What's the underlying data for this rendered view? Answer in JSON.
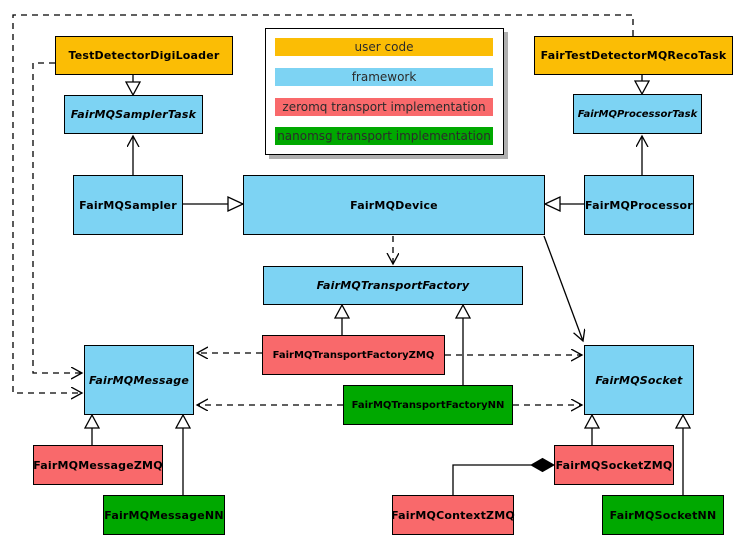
{
  "legend": {
    "items": [
      {
        "label": "user code",
        "color": "#fbbd05",
        "key": "user-code"
      },
      {
        "label": "framework",
        "color": "#7dd3f3",
        "key": "framework"
      },
      {
        "label": "zeromq transport implementation",
        "color": "#f9696b",
        "key": "zeromq"
      },
      {
        "label": "nanomsg transport implementation",
        "color": "#00a800",
        "key": "nanomsg"
      }
    ]
  },
  "colors": {
    "user_code": "#fbbd05",
    "framework": "#7dd3f3",
    "zeromq": "#f9696b",
    "nanomsg": "#00a800",
    "border": "#000000",
    "background": "#ffffff",
    "legend_shadow": "#b0b0b0"
  },
  "nodes": {
    "digiloader": {
      "label": "TestDetectorDigiLoader",
      "category": "user code",
      "abstract": false
    },
    "recotask": {
      "label": "FairTestDetectorMQRecoTask",
      "category": "user code",
      "abstract": false
    },
    "samplertask": {
      "label": "FairMQSamplerTask",
      "category": "framework",
      "abstract": true
    },
    "processortask": {
      "label": "FairMQProcessorTask",
      "category": "framework",
      "abstract": true
    },
    "sampler": {
      "label": "FairMQSampler",
      "category": "framework",
      "abstract": false
    },
    "device": {
      "label": "FairMQDevice",
      "category": "framework",
      "abstract": false
    },
    "processor": {
      "label": "FairMQProcessor",
      "category": "framework",
      "abstract": false
    },
    "transportfactory": {
      "label": "FairMQTransportFactory",
      "category": "framework",
      "abstract": true
    },
    "transportfactoryzmq": {
      "label": "FairMQTransportFactoryZMQ",
      "category": "zeromq",
      "abstract": false
    },
    "transportfactorynn": {
      "label": "FairMQTransportFactoryNN",
      "category": "nanomsg",
      "abstract": false
    },
    "message": {
      "label": "FairMQMessage",
      "category": "framework",
      "abstract": true
    },
    "socket": {
      "label": "FairMQSocket",
      "category": "framework",
      "abstract": true
    },
    "messagezmq": {
      "label": "FairMQMessageZMQ",
      "category": "zeromq",
      "abstract": false
    },
    "messagenn": {
      "label": "FairMQMessageNN",
      "category": "nanomsg",
      "abstract": false
    },
    "contextzmq": {
      "label": "FairMQContextZMQ",
      "category": "zeromq",
      "abstract": false
    },
    "socketzmq": {
      "label": "FairMQSocketZMQ",
      "category": "zeromq",
      "abstract": false
    },
    "socketnn": {
      "label": "FairMQSocketNN",
      "category": "nanomsg",
      "abstract": false
    }
  },
  "edges": [
    {
      "from": "TestDetectorDigiLoader",
      "to": "FairMQSamplerTask",
      "type": "inheritance"
    },
    {
      "from": "FairMQSampler",
      "to": "FairMQSamplerTask",
      "type": "inheritance"
    },
    {
      "from": "FairMQSampler",
      "to": "FairMQDevice",
      "type": "inheritance"
    },
    {
      "from": "FairTestDetectorMQRecoTask",
      "to": "FairMQProcessorTask",
      "type": "inheritance"
    },
    {
      "from": "FairMQProcessor",
      "to": "FairMQProcessorTask",
      "type": "inheritance"
    },
    {
      "from": "FairMQProcessor",
      "to": "FairMQDevice",
      "type": "inheritance"
    },
    {
      "from": "FairMQTransportFactoryZMQ",
      "to": "FairMQTransportFactory",
      "type": "inheritance"
    },
    {
      "from": "FairMQTransportFactoryNN",
      "to": "FairMQTransportFactory",
      "type": "inheritance"
    },
    {
      "from": "FairMQMessageZMQ",
      "to": "FairMQMessage",
      "type": "inheritance"
    },
    {
      "from": "FairMQMessageNN",
      "to": "FairMQMessage",
      "type": "inheritance"
    },
    {
      "from": "FairMQSocketZMQ",
      "to": "FairMQSocket",
      "type": "inheritance"
    },
    {
      "from": "FairMQSocketNN",
      "to": "FairMQSocket",
      "type": "inheritance"
    },
    {
      "from": "FairMQDevice",
      "to": "FairMQTransportFactory",
      "type": "dependency"
    },
    {
      "from": "FairMQDevice",
      "to": "FairMQSocket",
      "type": "association"
    },
    {
      "from": "FairMQTransportFactoryZMQ",
      "to": "FairMQMessage",
      "type": "dependency"
    },
    {
      "from": "FairMQTransportFactoryZMQ",
      "to": "FairMQSocket",
      "type": "dependency"
    },
    {
      "from": "FairMQTransportFactoryNN",
      "to": "FairMQMessage",
      "type": "dependency"
    },
    {
      "from": "FairMQTransportFactoryNN",
      "to": "FairMQSocket",
      "type": "dependency"
    },
    {
      "from": "TestDetectorDigiLoader",
      "to": "FairMQMessage",
      "type": "dependency"
    },
    {
      "from": "FairTestDetectorMQRecoTask",
      "to": "FairMQMessage",
      "type": "dependency"
    },
    {
      "from": "FairMQSocketZMQ",
      "to": "FairMQContextZMQ",
      "type": "composition"
    }
  ]
}
